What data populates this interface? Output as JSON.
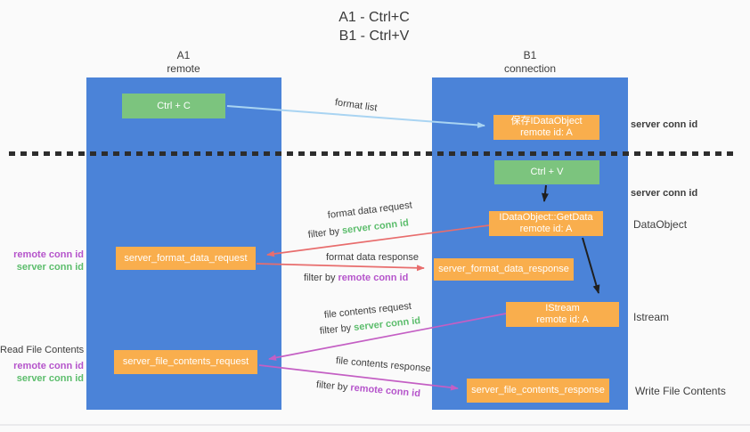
{
  "title": {
    "line1": "A1 - Ctrl+C",
    "line2": "B1 - Ctrl+V"
  },
  "lanes": {
    "a": {
      "name": "A1",
      "role": "remote"
    },
    "b": {
      "name": "B1",
      "role": "connection"
    }
  },
  "nodes": {
    "ctrl_c": {
      "label": "Ctrl + C"
    },
    "ctrl_v": {
      "label": "Ctrl + V"
    },
    "save_dataobject": {
      "line1": "保存IDataObject",
      "line2": "remote id: A"
    },
    "getdata": {
      "line1": "IDataObject::GetData",
      "line2": "remote id: A"
    },
    "istream": {
      "line1": "IStream",
      "line2": "remote id: A"
    },
    "format_request": {
      "label": "server_format_data_request"
    },
    "format_response": {
      "label": "server_format_data_response"
    },
    "file_request": {
      "label": "server_file_contents_request"
    },
    "file_response": {
      "label": "server_file_contents_response"
    }
  },
  "flow_labels": {
    "format_list": "format list",
    "format_data_request": "format data request",
    "format_data_response": "format data response",
    "file_contents_request": "file contents request",
    "file_contents_response": "file contents response",
    "filter_by": "filter by",
    "server_conn_id": "server conn id",
    "remote_conn_id": "remote conn id"
  },
  "side_labels": {
    "server_conn_id_top": "server conn id",
    "server_conn_id_mid": "server conn id",
    "dataobject": "DataObject",
    "istream": "Istream",
    "write_file_contents": "Write File Contents",
    "read_file_contents": "Read File Contents",
    "remote_conn_id": "remote conn id",
    "server_conn_id": "server conn id"
  },
  "colors": {
    "lane_blue": "#4b83d8",
    "green_box": "#7cc47e",
    "orange_box": "#f9ae4d",
    "green_text": "#5cbd6c",
    "magenta_text": "#b554cb",
    "arrow_blue": "#a9d4f2",
    "arrow_red": "#e86d6d",
    "arrow_magenta": "#c45fc4",
    "arrow_black": "#1f1f1f",
    "dash_line": "#2d2d2d"
  }
}
